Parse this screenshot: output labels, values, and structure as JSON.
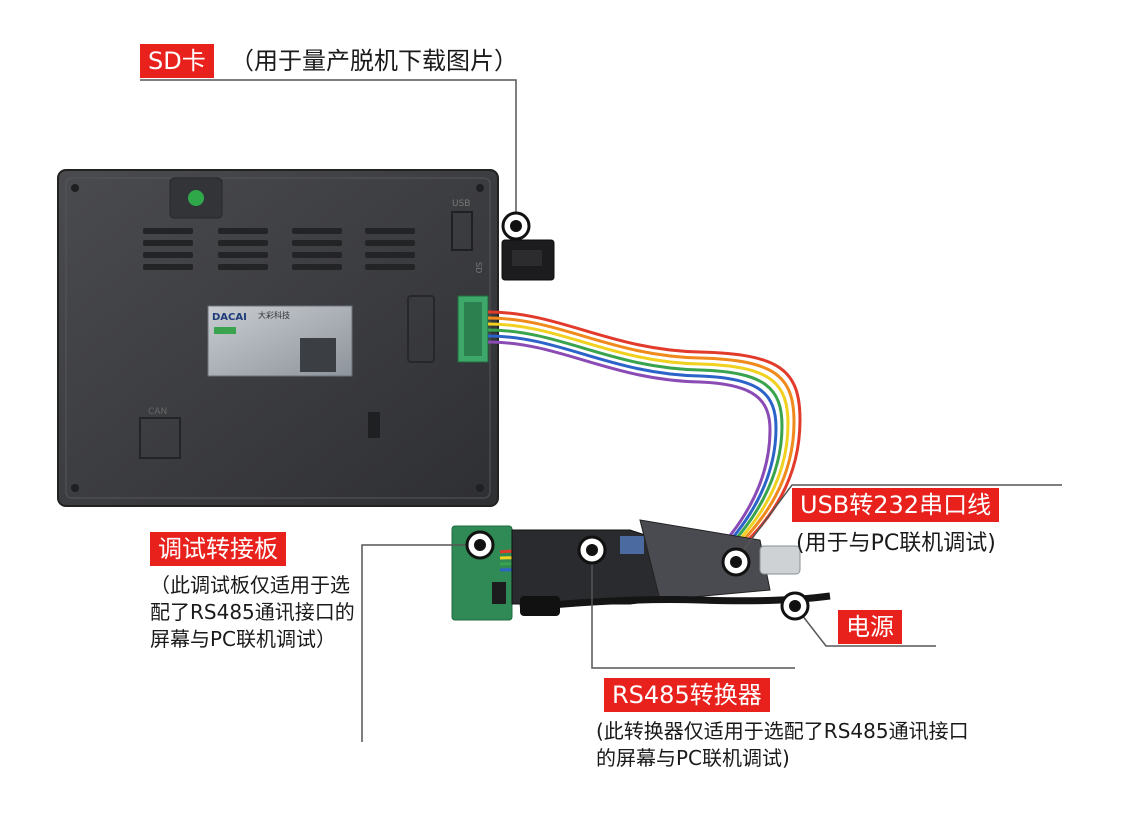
{
  "labels": {
    "sd_card": "SD卡",
    "sd_card_note": "（用于量产脱机下载图片）",
    "usb232": "USB转232串口线",
    "usb232_note": "(用于与PC联机调试)",
    "debug_board": "调试转接板",
    "debug_board_note": "（此调试板仅适用于选配了RS485通讯接口的屏幕与PC联机调试）",
    "power": "电源",
    "rs485": "RS485转换器",
    "rs485_note": "(此转换器仅适用于选配了RS485通讯接口的屏幕与PC联机调试)"
  },
  "device_print": {
    "usb": "USB",
    "brand": "DACAI",
    "brand_cn": "大彩科技",
    "sd": "SD",
    "can": "CAN"
  },
  "colors": {
    "accent_red": "#e8211c",
    "panel": "#3a3b3e",
    "pcb_green": "#2f8a55",
    "leader_line": "#555555"
  }
}
